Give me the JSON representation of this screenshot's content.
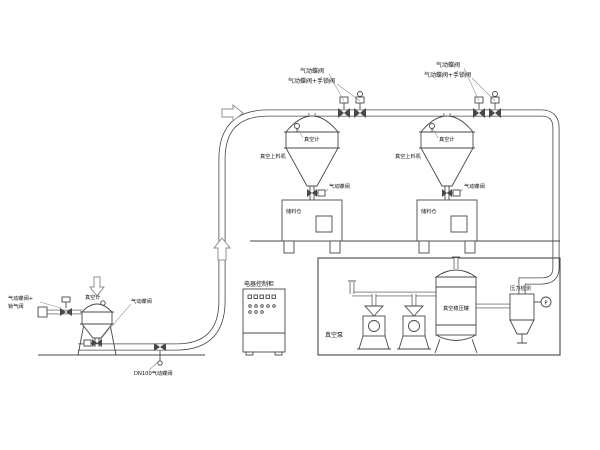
{
  "receivers": {
    "left": {
      "top_valve": "气动蝶阀",
      "top_valve_hand": "气动蝶阀+手锁阀",
      "gauge": "真空计",
      "name": "真空上料机",
      "discharge_valve": "气动蝶阀",
      "bin": "储料仓"
    },
    "right": {
      "top_valve": "气动蝶阀",
      "top_valve_hand": "气动蝶阀+手锁阀",
      "gauge": "真空计",
      "name": "真空上料机",
      "discharge_valve": "气动蝶阀",
      "bin": "储料仓"
    }
  },
  "feed_station": {
    "inlet_valve_line1": "气动蝶阀+",
    "inlet_valve_line2": "锁气阀",
    "gauge": "真空计",
    "discharge_valve": "气动蝶阀",
    "line_valve": "DN100气动蝶阀"
  },
  "control_cabinet": {
    "label": "电器控制柜"
  },
  "pump_room": {
    "pump_label": "真空泵",
    "tank_label": "真空稳压罐",
    "pressure_label": "压力检测",
    "gauge_letter": "P"
  }
}
